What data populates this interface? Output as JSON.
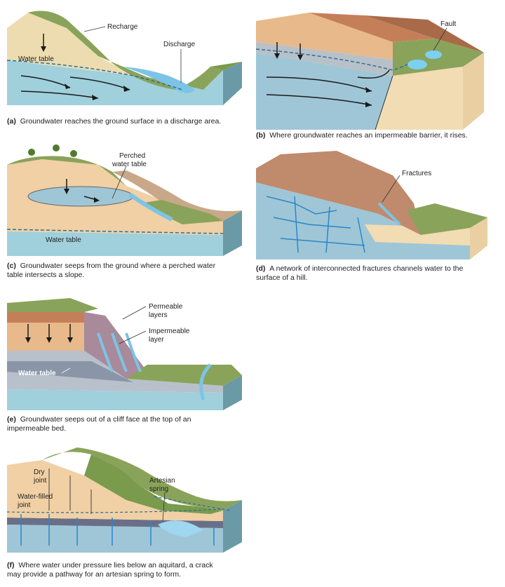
{
  "panels": {
    "a": {
      "letter": "(a)",
      "caption": "Groundwater reaches the ground surface in a discharge area.",
      "labels": {
        "recharge": "Recharge",
        "discharge": "Discharge",
        "water_table": "Water table"
      }
    },
    "b": {
      "letter": "(b)",
      "caption": "Where groundwater reaches an impermeable barrier, it rises.",
      "labels": {
        "fault": "Fault"
      }
    },
    "c": {
      "letter": "(c)",
      "caption_line1": "Groundwater seeps from the ground where a perched water",
      "caption_line2": "table intersects a slope.",
      "labels": {
        "perched_1": "Perched",
        "perched_2": "water table",
        "water_table": "Water table"
      }
    },
    "d": {
      "letter": "(d)",
      "caption_line1": "A network of interconnected fractures channels water to the",
      "caption_line2": "surface of a hill.",
      "labels": {
        "fractures": "Fractures"
      }
    },
    "e": {
      "letter": "(e)",
      "caption_line1": "Groundwater seeps out of a cliff face at the top of an",
      "caption_line2": "impermeable bed.",
      "labels": {
        "permeable_1": "Permeable",
        "permeable_2": "layers",
        "impermeable_1": "Impermeable",
        "impermeable_2": "layer",
        "water_table": "Water table"
      }
    },
    "f": {
      "letter": "(f)",
      "caption_line1": "Where water under pressure lies below an aquitard, a crack",
      "caption_line2": "may provide a pathway for an artesian spring to form.",
      "labels": {
        "dry_1": "Dry",
        "dry_2": "joint",
        "wf_1": "Water-filled",
        "wf_2": "joint",
        "art_1": "Artesian",
        "art_2": "spring"
      }
    }
  }
}
